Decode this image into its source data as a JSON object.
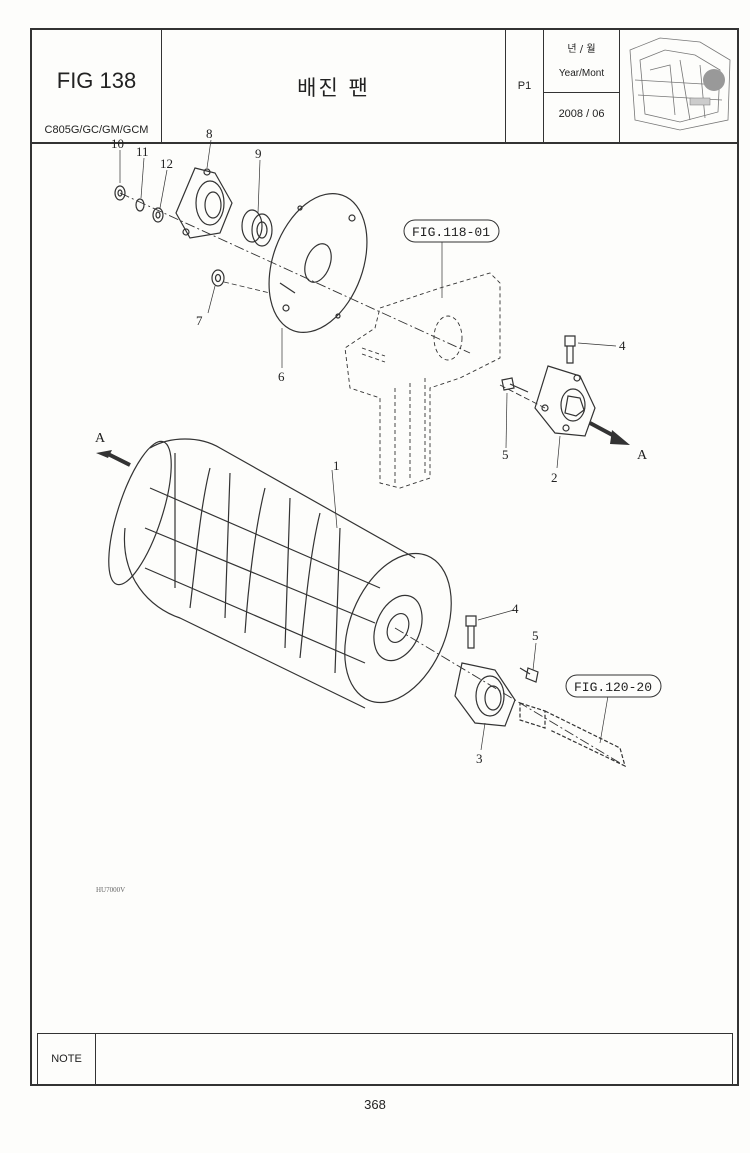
{
  "header": {
    "fig_label": "FIG 138",
    "models": "C805G/GC/GM/GCM",
    "title": "배진 팬",
    "page": "P1",
    "year_month_kr": "년 / 월",
    "year_month_en": "Year/Mont",
    "date": "2008 / 06"
  },
  "diagram": {
    "ref_fig_1": "FIG.118-01",
    "ref_fig_2": "FIG.120-20",
    "arrow_left": "A",
    "arrow_right": "A",
    "drawing_code": "HU7000V",
    "callouts": [
      "1",
      "2",
      "3",
      "4",
      "4",
      "5",
      "5",
      "6",
      "7",
      "8",
      "9",
      "10",
      "11",
      "12"
    ]
  },
  "footer": {
    "note_label": "NOTE",
    "page_number": "368"
  }
}
